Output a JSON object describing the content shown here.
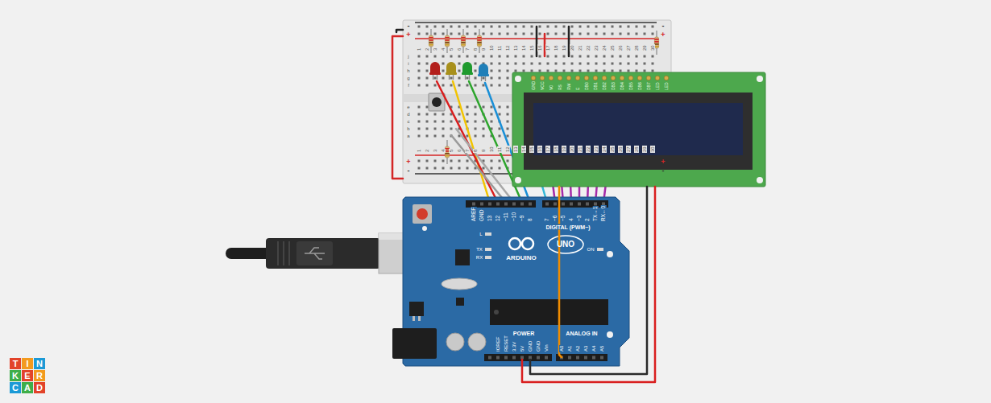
{
  "diagram": {
    "labels": [
      "T",
      "I",
      "N",
      "K",
      "E",
      "R",
      "C",
      "A",
      "D",
      "AREF",
      "GND",
      "13",
      "12",
      "~11",
      "~10",
      "~9",
      "8",
      "7",
      "~6",
      "~5",
      "4",
      "~3",
      "2",
      "TX→1",
      "RX←0",
      "DIGITAL (PWM~)",
      "ARDUINO",
      "UNO",
      "L",
      "TX",
      "RX",
      "ON",
      "IOREF",
      "RESET",
      "3.3V",
      "5V",
      "GND",
      "GND",
      "Vin",
      "POWER",
      "ANALOG IN",
      "A0",
      "A1",
      "A2",
      "A3",
      "A4",
      "A5",
      "GND",
      "VCC",
      "V0",
      "RS",
      "RW",
      "E",
      "DB0",
      "DB1",
      "DB2",
      "DB3",
      "DB4",
      "DB5",
      "DB6",
      "DB7",
      "LED",
      "LED",
      "1",
      "2",
      "3",
      "4",
      "5",
      "6",
      "7",
      "8",
      "9",
      "10",
      "11",
      "12",
      "13",
      "14",
      "15",
      "16",
      "17",
      "18",
      "19",
      "20",
      "21",
      "22",
      "23",
      "24",
      "25",
      "26",
      "27",
      "28",
      "29",
      "30",
      "1",
      "2",
      "3",
      "4",
      "5",
      "6",
      "7",
      "8",
      "9",
      "10",
      "11",
      "12",
      "13",
      "14",
      "15",
      "16",
      "17",
      "18",
      "19",
      "20",
      "21",
      "22",
      "23",
      "24",
      "25",
      "26",
      "27",
      "28",
      "29",
      "30",
      "j",
      "i",
      "h",
      "g",
      "f",
      "e",
      "d",
      "c",
      "b",
      "a",
      "-",
      "+",
      "-",
      "+",
      "+",
      "-",
      "+",
      "-"
    ]
  }
}
